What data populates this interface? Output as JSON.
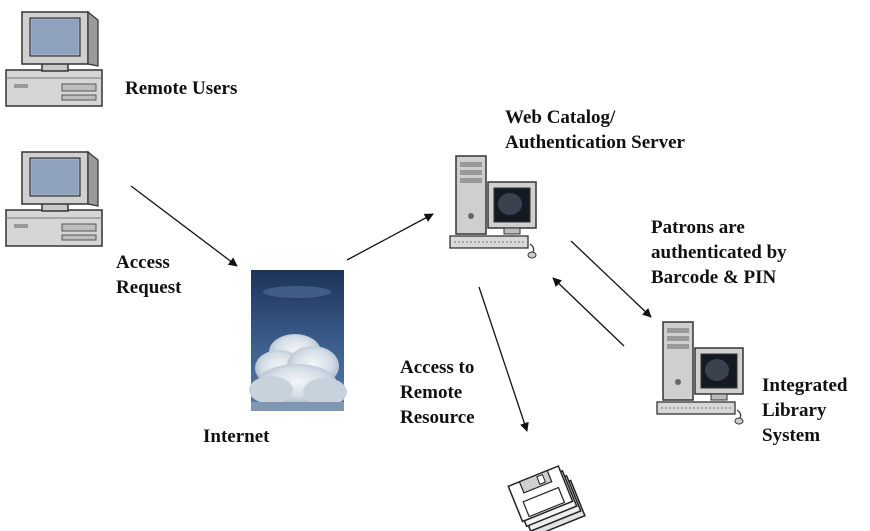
{
  "labels": {
    "remote_users": "Remote Users",
    "access_request": [
      "Access",
      "Request"
    ],
    "internet": "Internet",
    "web_catalog": [
      "Web Catalog/",
      "Authentication Server"
    ],
    "patrons_auth": [
      "Patrons are",
      "authenticated by",
      "Barcode & PIN"
    ],
    "access_remote": [
      "Access to",
      "Remote",
      "Resource"
    ],
    "ils": [
      "Integrated",
      "Library",
      "System"
    ]
  },
  "icons": {
    "remote_user_1": "desktop-computer-icon",
    "remote_user_2": "desktop-computer-icon",
    "internet": "cloud-photo",
    "web_catalog_server": "tower-computer-icon",
    "integrated_library_system": "tower-computer-icon",
    "remote_resource": "disk-stack-icon"
  },
  "colors": {
    "background": "#ffffff",
    "text": "#111111",
    "arrow": "#111111",
    "sky_dark": "#1d3357",
    "sky_light": "#5a7ca8",
    "cloud": "#e9eef3",
    "screen": "#141922"
  }
}
